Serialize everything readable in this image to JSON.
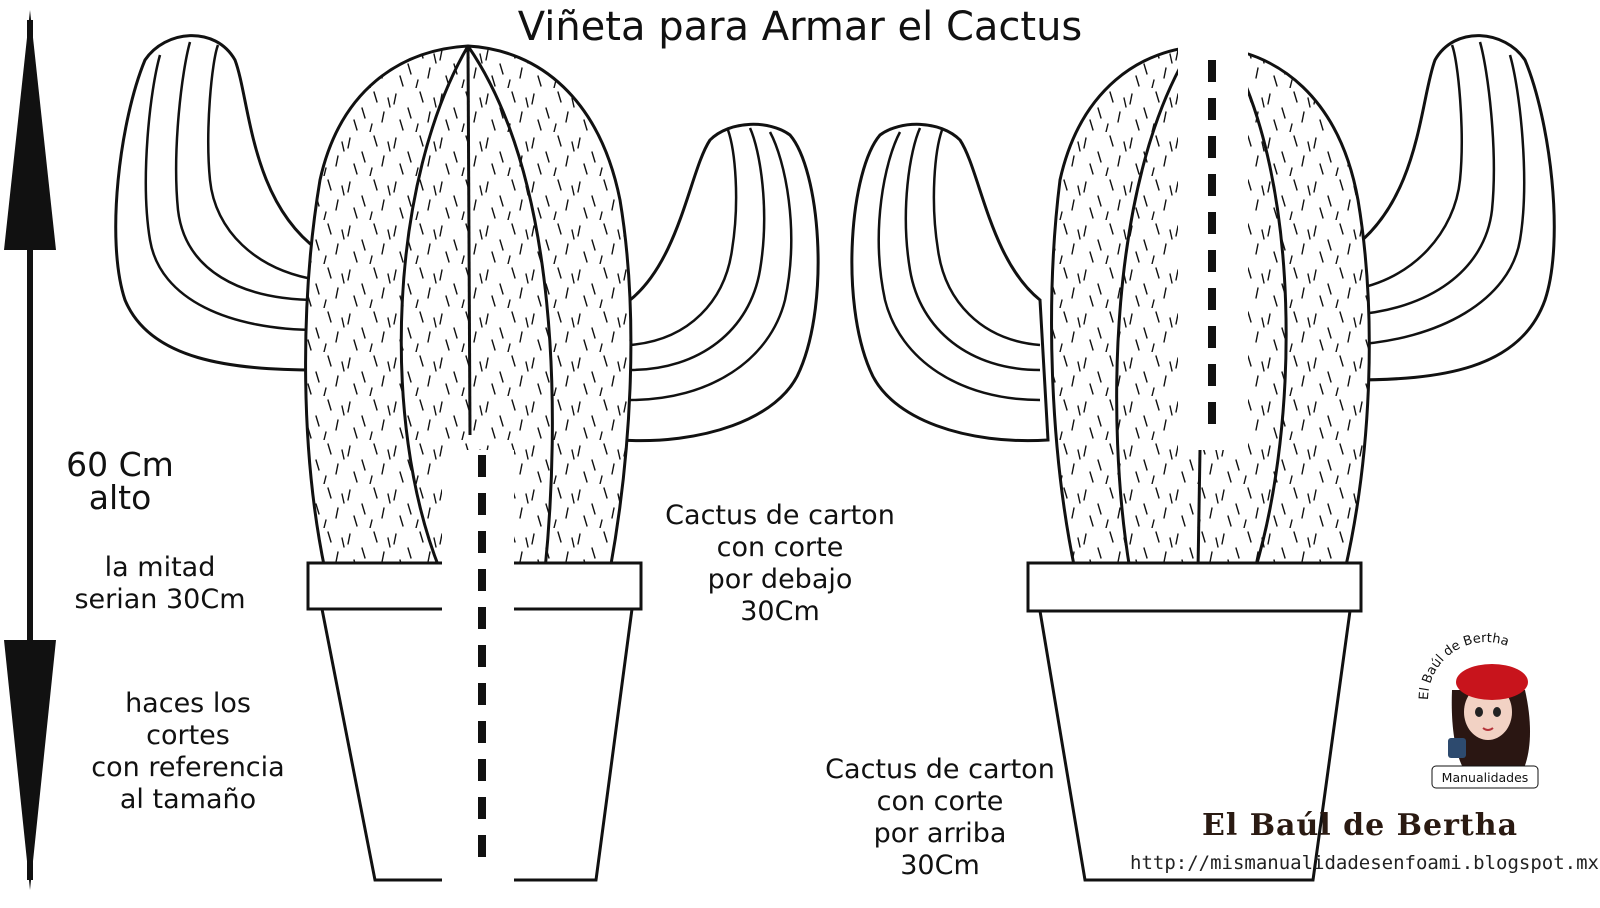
{
  "title": "Viñeta para Armar el Cactus",
  "height_label": "60 Cm\nalto",
  "half_label": "la mitad\nserian 30Cm",
  "cuts_label": "haces los\ncortes\ncon referencia\nal tamaño",
  "left_cactus_label": "Cactus de carton\ncon corte\npor debajo\n30Cm",
  "right_cactus_label": "Cactus de carton\ncon corte\npor arriba\n30Cm",
  "logo": {
    "arc_text": "El Baúl de Bertha",
    "ribbon_text": "Manualidades",
    "colors": {
      "hat": "#c8141c",
      "hair": "#2a1612",
      "cup": "#2d4a6e"
    }
  },
  "brand": {
    "name": "El Baúl de Bertha",
    "url": "http://mismanualidadesenfoami.blogspot.mx"
  },
  "colors": {
    "ink": "#111111",
    "paper": "#ffffff"
  }
}
